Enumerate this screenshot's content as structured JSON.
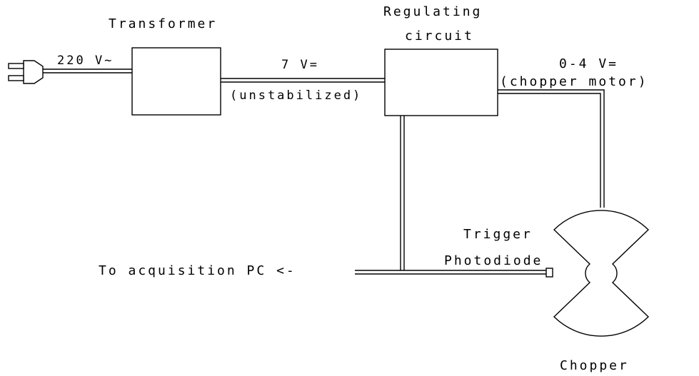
{
  "labels": {
    "transformer": "Transformer",
    "regulating_line1": "Regulating",
    "regulating_line2": "circuit",
    "mains_voltage": "220 V~",
    "dc_voltage": "7 V=",
    "unstabilized": "(unstabilized)",
    "motor_voltage": "0-4 V=",
    "motor_note": "(chopper motor)",
    "trigger": "Trigger",
    "photodiode": "Photodiode",
    "acquisition": "To acquisition PC <-",
    "chopper": "Chopper"
  },
  "colors": {
    "line": "#000000",
    "background": "#ffffff"
  },
  "icons": {
    "plug": "power-plug-icon",
    "photodiode": "photodiode-icon",
    "chopper": "chopper-wheel-icon"
  }
}
